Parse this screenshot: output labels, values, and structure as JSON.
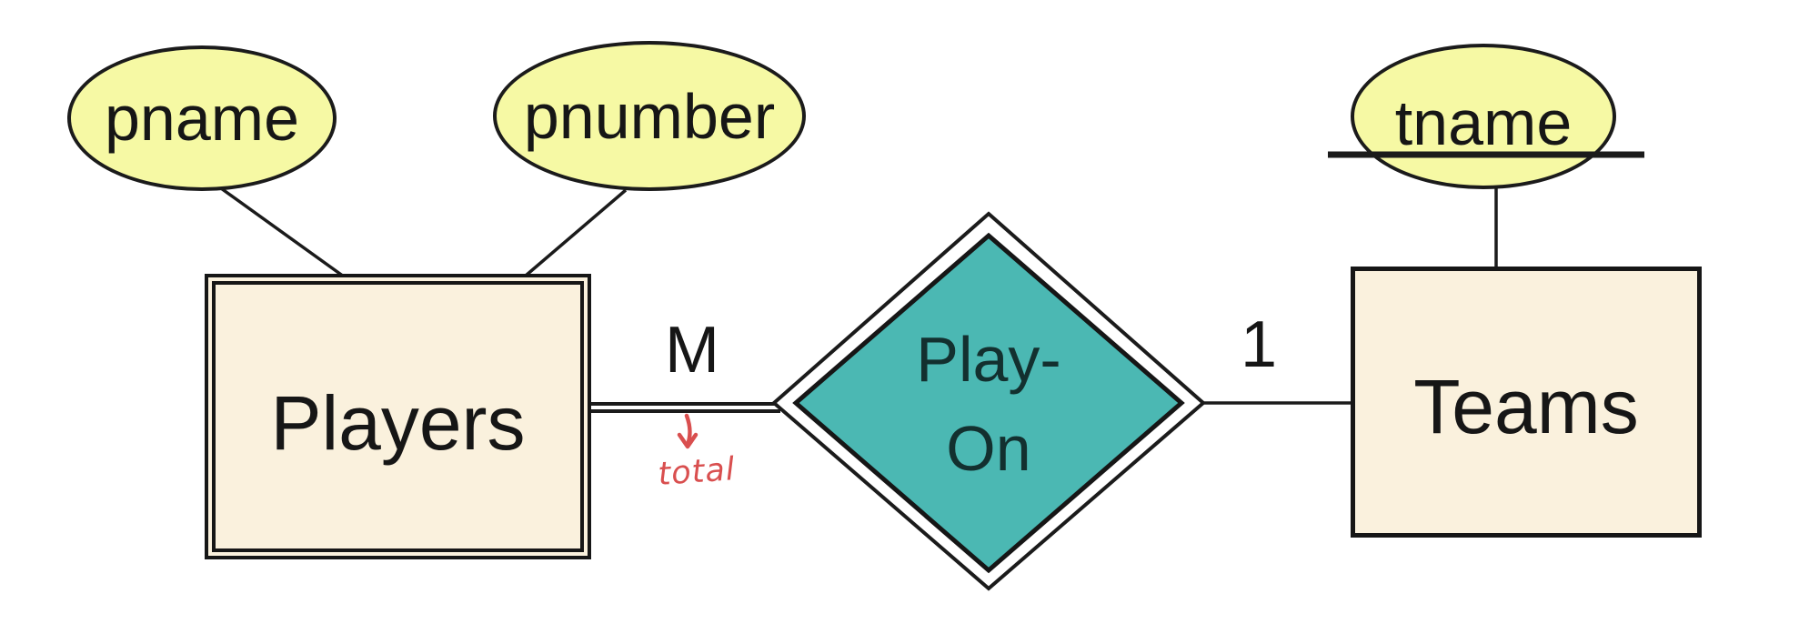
{
  "diagram_type": "entity-relationship-diagram",
  "colors": {
    "background": "#ffffff",
    "attribute_fill": "#f6f9a4",
    "entity_fill": "#faf1dd",
    "relationship_fill": "#4bb8b3",
    "line_ink": "#1b1b1b",
    "annotation_red": "#d94f4f"
  },
  "attributes": {
    "pname": {
      "label": "pname"
    },
    "pnumber": {
      "label": "pnumber"
    },
    "tname": {
      "label": "tname",
      "key_underlined": true
    }
  },
  "entities": {
    "players": {
      "label": "Players",
      "border": "double"
    },
    "teams": {
      "label": "Teams",
      "border": "single"
    }
  },
  "relationship": {
    "name": "Play-On",
    "label_line1": "Play-",
    "label_line2": "On",
    "shape": "diamond-double-border"
  },
  "cardinalities": {
    "players_side": "M",
    "teams_side": "1"
  },
  "annotations": {
    "total": {
      "label": "total",
      "style": "red-handwriting-with-down-arrow"
    }
  }
}
